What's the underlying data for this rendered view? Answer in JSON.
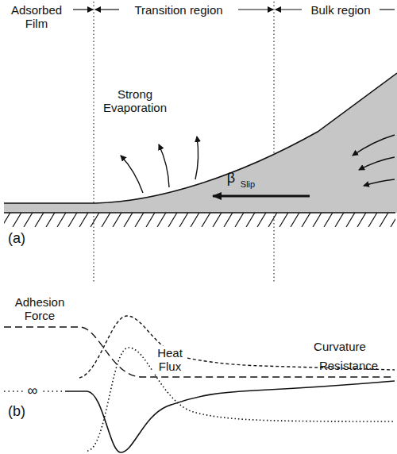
{
  "diagram": {
    "labels": [
      "Adsorbed Film",
      "Transition region",
      "Bulk region",
      "Strong Evaporation",
      "β",
      "Slip",
      "(a)",
      "Adhesion Force",
      "Curvature",
      "(b)",
      "∞",
      "Heat Flux",
      "Resistance"
    ]
  }
}
